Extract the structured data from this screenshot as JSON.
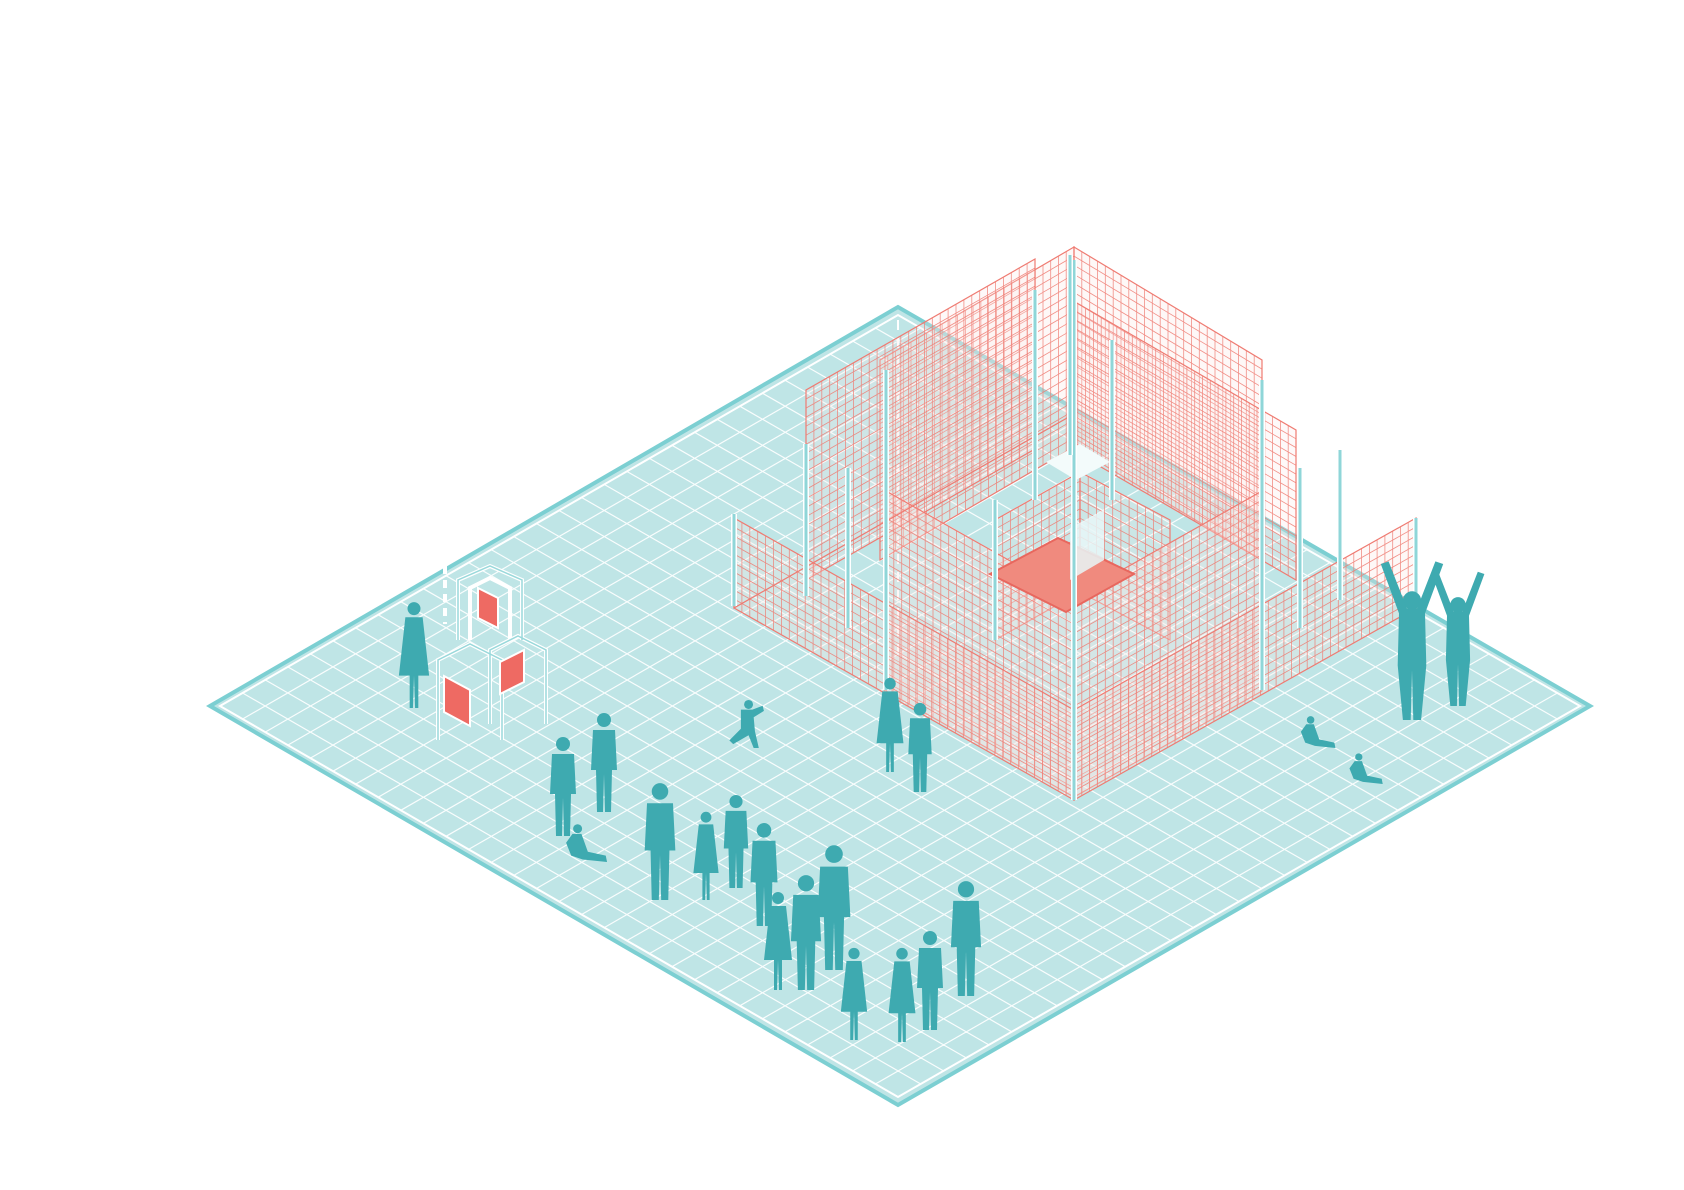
{
  "diagram": {
    "kind": "isometric-pavilion-axonometric",
    "text_labels": [],
    "colors": {
      "background": "#ffffff",
      "ground_fill": "#bfe5e6",
      "ground_grid": "#ffffff",
      "ground_edge": "#7ccfd2",
      "mesh": "#ef7b72",
      "mesh_floor": "#f08a7e",
      "post": "#8fd6d8",
      "person": "#3eaab0",
      "exhibit_panel": "#ee6a63"
    },
    "elements": {
      "ground_plane": "tiled-floor",
      "pavilion": "stepped-square-mesh-enclosure",
      "exhibit_kiosk": "frame-with-red-panels",
      "people": "standing-sitting-crowd-silhouettes"
    }
  }
}
